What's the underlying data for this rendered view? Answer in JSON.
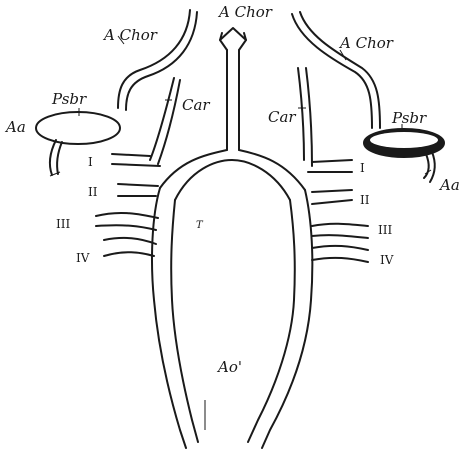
{
  "labels": {
    "achor_top": "A Chor",
    "achor_left": "A Chor",
    "achor_right": "A Chor",
    "psbr_left": "Psbr",
    "psbr_right": "Psbr",
    "car_left": "Car",
    "car_right": "Car",
    "aa_left": "Aa",
    "aa_right": "Aa",
    "t": "T",
    "ao": "Ao'",
    "arch_left": [
      "I",
      "II",
      "III",
      "IV"
    ],
    "arch_right": [
      "I",
      "II",
      "III",
      "IV"
    ]
  }
}
